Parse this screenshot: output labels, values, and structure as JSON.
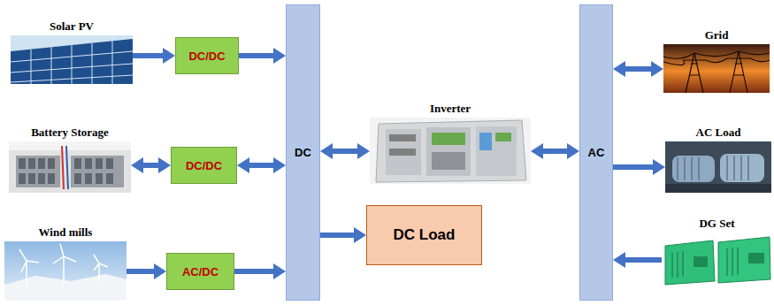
{
  "diagram": {
    "nodes": [
      {
        "text": [
          "Solar PV"
        ]
      },
      {
        "text": [
          "DC/DC"
        ]
      },
      {
        "text": [
          "Battery Storage"
        ]
      },
      {
        "text": [
          "DC/DC"
        ]
      },
      {
        "text": [
          "Wind mills"
        ]
      },
      {
        "text": [
          "AC/DC"
        ]
      },
      {
        "text": [
          "DC"
        ]
      },
      {
        "text": [
          "Inverter"
        ]
      },
      {
        "text": [
          "DC Load"
        ]
      },
      {
        "text": [
          "AC"
        ]
      },
      {
        "text": [
          "Grid"
        ]
      },
      {
        "text": [
          "AC Load"
        ]
      },
      {
        "text": [
          "DG Set"
        ]
      }
    ],
    "edges": [
      {
        "from": 0,
        "to": 1,
        "arrow": "to"
      },
      {
        "from": 1,
        "to": 6,
        "arrow": "to"
      },
      {
        "from": 2,
        "to": 3,
        "arrow": "both"
      },
      {
        "from": 3,
        "to": 6,
        "arrow": "both"
      },
      {
        "from": 4,
        "to": 5,
        "arrow": "to"
      },
      {
        "from": 5,
        "to": 6,
        "arrow": "to"
      },
      {
        "from": 6,
        "to": 7,
        "arrow": "both"
      },
      {
        "from": 7,
        "to": 9,
        "arrow": "both"
      },
      {
        "from": 6,
        "to": 8,
        "arrow": "to"
      },
      {
        "from": 9,
        "to": 10,
        "arrow": "both"
      },
      {
        "from": 9,
        "to": 11,
        "arrow": "to"
      },
      {
        "from": 12,
        "to": 9,
        "arrow": "to"
      }
    ]
  }
}
